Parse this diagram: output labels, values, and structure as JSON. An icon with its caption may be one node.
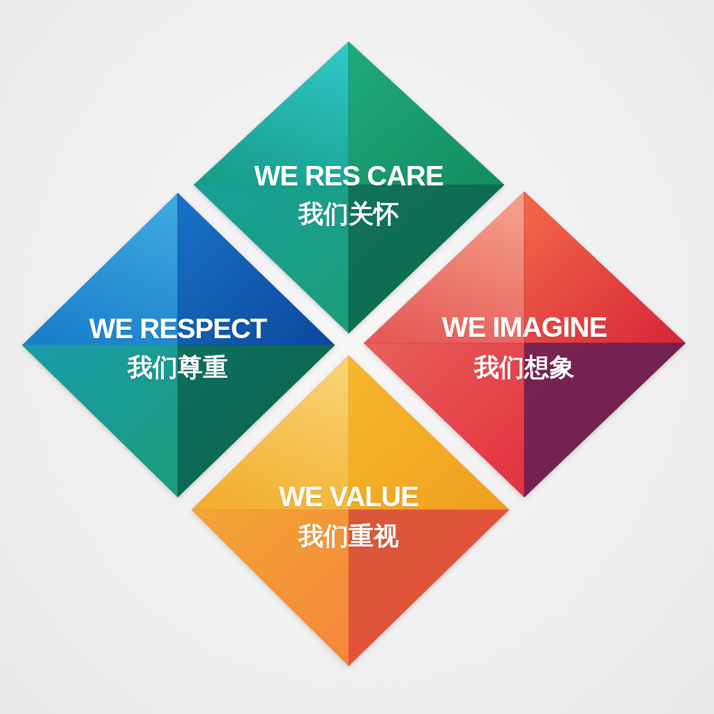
{
  "diagram": {
    "nodes": [
      {
        "text": [
          "WE RES CARE",
          "我们关怀"
        ]
      },
      {
        "text": [
          "WE RESPECT",
          "我们尊重"
        ]
      },
      {
        "text": [
          "WE IMAGINE",
          "我们想象"
        ]
      },
      {
        "text": [
          "WE VALUE",
          "我们重视"
        ]
      }
    ]
  }
}
